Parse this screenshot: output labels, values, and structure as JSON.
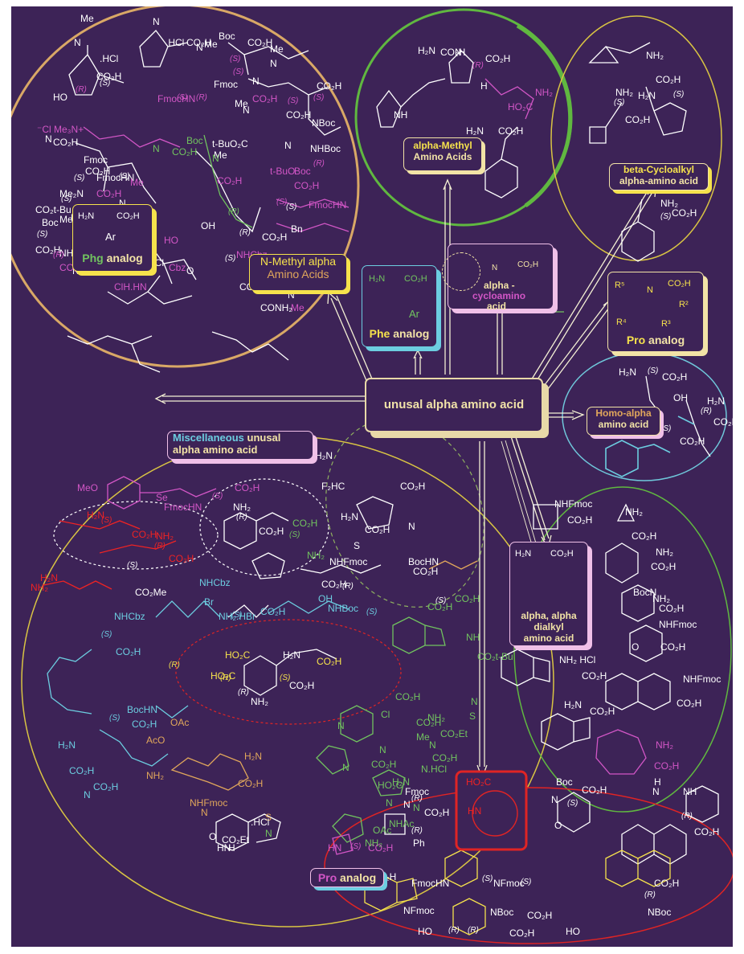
{
  "center": {
    "label_part1": "unusal alpha",
    "label_part2": "amino acid"
  },
  "categories": {
    "n_methyl": {
      "line1": "N-Methyl alpha",
      "line2": "Amino Acids"
    },
    "alpha_methyl": {
      "line1": "alpha-Methyl",
      "line2": "Amino Acids"
    },
    "beta_cycloalkyl": {
      "line1": "beta-Cycloalkyl",
      "line2": "alpha-amino acid"
    },
    "phe": {
      "part1": "Phe",
      "part2": "analog"
    },
    "cycloamino": {
      "line1": "alpha -",
      "line2": "cycloamino",
      "line3": "acid"
    },
    "pro_top": {
      "part1": "Pro",
      "part2": "analog"
    },
    "phg": {
      "part1": "Phg",
      "part2": "analog"
    },
    "homo": {
      "line1": "Homo-alpha",
      "line2": "amino acid"
    },
    "misc": {
      "part1": "Miscellaneous",
      "part2": "unusal",
      "line2": "alpha  amino acid"
    },
    "dialkyl": {
      "line1": "alpha, alpha",
      "line2": "dialkyl",
      "line3": "amino acid"
    },
    "pro_bottom": {
      "part1": "Pro",
      "part2": "analog"
    }
  },
  "generic_structures": {
    "phe": {
      "h2n": "H₂N",
      "co2h": "CO₂H",
      "ar": "Ar"
    },
    "cycloamino": {
      "co2h": "CO₂H",
      "n": "N"
    },
    "phg": {
      "h2n": "H₂N",
      "co2h": "CO₂H",
      "ar": "Ar"
    },
    "pro": {
      "r5": "R⁵",
      "n": "N",
      "co2h": "CO₂H",
      "r2": "R²",
      "r4": "R⁴",
      "r3": "R³"
    },
    "dialkyl": {
      "h2n": "H₂N",
      "co2h": "CO₂H"
    }
  },
  "labels": {
    "nmethyl": [
      "Me",
      "N",
      ".HCl",
      "CO₂H",
      "(R)",
      "HO",
      "(S)",
      "N",
      ".HCl",
      "CO₂H",
      "Me",
      "Boc",
      "N",
      "CO₂H",
      "(S)",
      "(S)",
      "Me",
      "N",
      "Fmoc",
      "N",
      "CO₂H",
      "(S)",
      "(R)",
      "FmocHN",
      "(S)",
      "CO₂H",
      "Me",
      "N",
      "CO₂H",
      "(S)",
      "⁻Cl Me₃N+",
      "NBoc",
      "t-BuO₂C",
      "N",
      "NHBoc",
      "Me",
      "N",
      "CO₂H",
      "Fmoc",
      "N",
      "CO₂H",
      "Boc",
      "N",
      "CO₂H",
      "(S)",
      "FmocHN",
      "(S)",
      "CO₂H",
      "t-BuO",
      "Boc",
      "(R)",
      "Me₂N",
      "(S)",
      "Me",
      "N",
      "CO₂H",
      "(S)",
      "FmocHN",
      "(S)",
      "CO₂H",
      "(R)",
      "CO₂t-Bu",
      "Me",
      "Boc",
      "N",
      "CO₂H",
      "(S)",
      "Boc",
      "N",
      "HO",
      "OH",
      "Me",
      "N",
      "(R)",
      "CO₂H",
      "Bn",
      "(S)",
      "CO₂H",
      "NH.HCl",
      "NHCbz",
      "N.HCl",
      "(R)",
      "CO₂H",
      "ClH.HN",
      "NMe₂",
      "Me",
      "O",
      "Cbz",
      "(S)",
      "CO₂H",
      "N",
      "Me",
      "CONH₂"
    ],
    "alphamethyl": [
      "H₂N",
      "CO₂H",
      "(R)",
      "N",
      "CO₂H",
      "H",
      "HO₂C",
      "NH₂",
      "NH",
      "H₂N",
      "CO₂H"
    ],
    "betacyclo": [
      "NH₂",
      "CO₂H",
      "NH₂",
      "(S)",
      "H₂N",
      "(S)",
      "CO₂H",
      "CO₂H",
      "NH₂",
      "(S)",
      "CO₂H"
    ],
    "homo": [
      "H₂N",
      "(S)",
      "CO₂H",
      "OH",
      "H₂N",
      "(R)",
      "CO₂H",
      "H₂N",
      "(S)",
      "CO₂H"
    ],
    "dialkylring": [
      "NHFmoc",
      "CO₂H",
      "NH₂",
      "CO₂H",
      "NH₂",
      "CO₂H",
      "BocN",
      "NH₂",
      "CO₂H",
      "NHFmoc",
      "O",
      "CO₂H",
      "NH₂ HCl",
      "CO₂H",
      "NHFmoc",
      "CO₂H",
      "H₂N",
      "CO₂H",
      "NH₂",
      "CO₂H"
    ],
    "probottom": [
      "Fmoc",
      "N",
      "CO₂H",
      "(R)",
      "(R)",
      "Ph",
      "HN",
      "(S)",
      "CO₂H",
      "HO₂C",
      "HN",
      "Boc",
      "N",
      "CO₂H",
      "(S)",
      "O",
      "H",
      "N",
      "NH",
      "(R)",
      "CO₂H",
      "FmocHN",
      "(S)",
      "NFmoc",
      "(S)",
      "CO₂H",
      "CO₂H",
      "NFmoc",
      "HO",
      "(R)",
      "(R)",
      "NBoc",
      "CO₂H",
      "CO₂H",
      "(R)",
      "NBoc",
      "HO"
    ],
    "misc": [
      "MeO",
      "Se",
      "FmocHN",
      "(S)",
      "CO₂H",
      "H₂N",
      "(S)",
      "CO₂H",
      "NH₂",
      "(R)",
      "CO₂H",
      "NH₂",
      "(R)",
      "CO₂H",
      "CO₂H",
      "(S)",
      "NH₂",
      "H₂N",
      "F₂HC",
      "CO₂H",
      "H₂N",
      "N",
      "CO₂H",
      "S",
      "BocHN",
      "CO₂H",
      "(S)",
      "NHFmoc",
      "CO₂H",
      "(R)",
      "NH₂",
      "H₂N",
      "(S)",
      "CO₂Me",
      "NHCbz",
      "Br",
      "NH₂.HBr",
      "(S)",
      "CO₂H",
      "OH",
      "NHBoc",
      "(S)",
      "CO₂H",
      "CO₂H",
      "NH",
      "CO₂t-Bu",
      "NHCbz",
      "(S)",
      "CO₂H",
      "HO₂C",
      "H₂N",
      "CO₂H",
      "(R)",
      "HO₂C",
      "(R)",
      "(S)",
      "CO₂H",
      "(R)",
      "NH₂",
      "BocHN",
      "(S)",
      "CO₂H",
      "OAc",
      "H₂N",
      "AcO",
      "CO₂H",
      "NH₂",
      "N",
      "CO₂H",
      "CO₂H",
      "Cl",
      "N",
      "S",
      "CO₂H",
      "Me",
      "N",
      "CO₂Et",
      "NH₂",
      "N",
      "N",
      "N",
      "CO₂H",
      "HO₂C",
      "N",
      "H₂N",
      "N.HCl",
      "CO₂H",
      "NH₂",
      "OAc",
      "NHAc",
      "NHFmoc",
      "N",
      "S",
      "H₂N",
      "CO₂H",
      "N",
      "O",
      "HN",
      ".HCl",
      "N",
      "CO₂Et",
      "H",
      "N"
    ]
  },
  "colors": {
    "background": "#3d2357",
    "white": "#ffffff",
    "magenta": "#d256c6",
    "orange": "#e1a75b",
    "cream": "#f2e3a6",
    "green": "#71c35f",
    "cyan": "#6ccde0",
    "red": "#ef2323",
    "pink": "#f0c0e8",
    "yellow": "#f6e24c",
    "ring_tan": "#d9a866",
    "ring_green": "#60b840",
    "ring_yellow": "#d9c443",
    "ring_cyan": "#6fc7da",
    "ring_red": "#e02424"
  }
}
